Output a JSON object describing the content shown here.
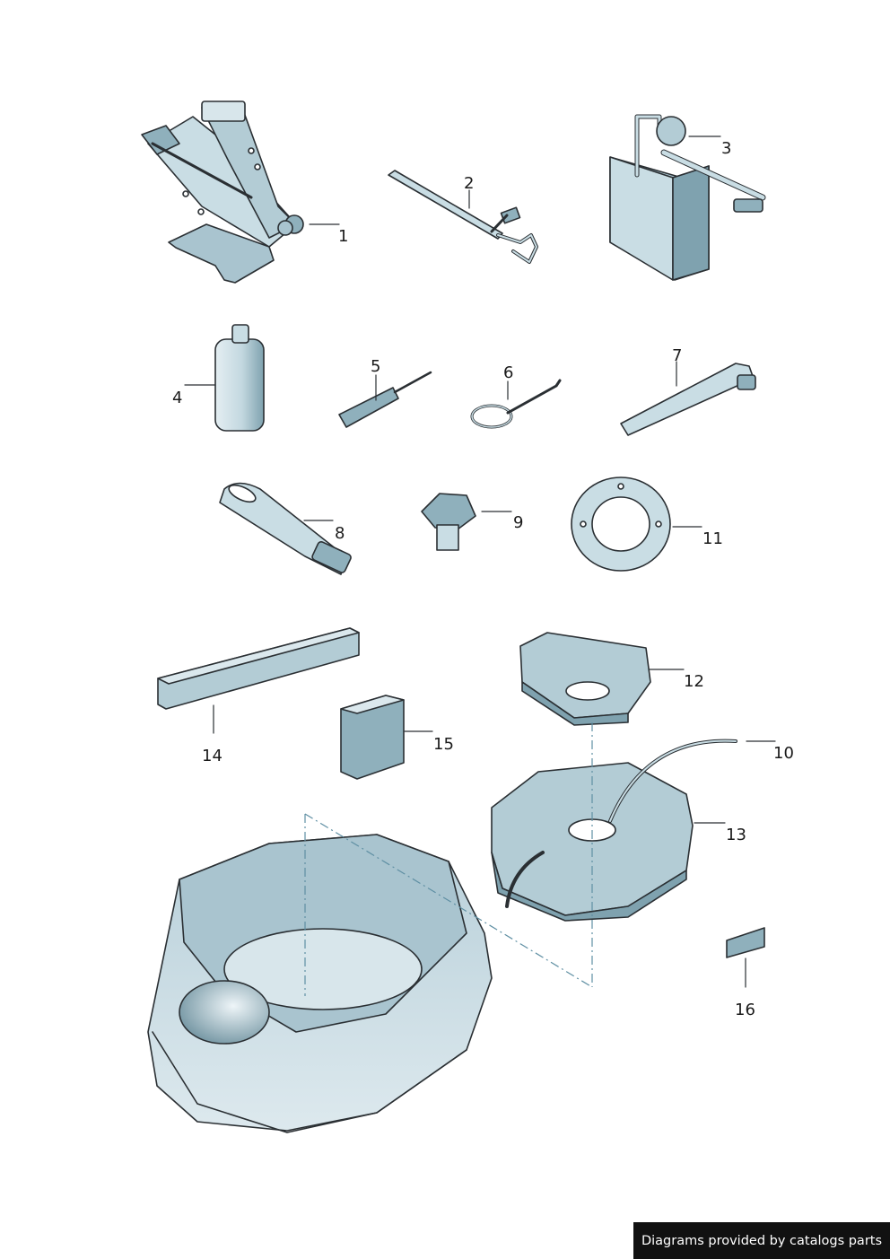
{
  "callouts": {
    "p1": "1",
    "p2": "2",
    "p3": "3",
    "p4": "4",
    "p5": "5",
    "p6": "6",
    "p7": "7",
    "p8": "8",
    "p9": "9",
    "p10": "10",
    "p11": "11",
    "p12": "12",
    "p13": "13",
    "p14": "14",
    "p15": "15",
    "p16": "16"
  },
  "credit": {
    "text": "Diagrams provided by catalogs parts"
  },
  "colors": {
    "part_fill": "#c9dde4",
    "part_shade": "#8fb0bc",
    "part_dark": "#5d7f8c",
    "outline": "#2a2f33",
    "car_fill": "#d3e3ea",
    "car_glass": "#a9c4cf",
    "dash_line": "#5f8fa3"
  }
}
